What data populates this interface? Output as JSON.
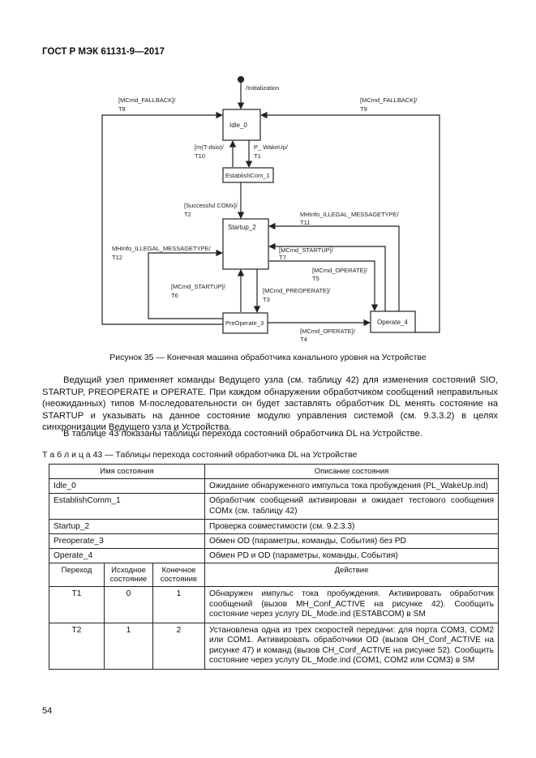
{
  "header": {
    "standard": "ГОСТ Р МЭК 61131-9—2017"
  },
  "diagram": {
    "states": [
      "Idle_0",
      "EstablishCom_1",
      "Startup_2",
      "PreOperate_3",
      "Operate_4"
    ],
    "labels": {
      "init": "/Initialization",
      "t8a": "[MCmd_FALLBACK]/",
      "t8b": "T8",
      "t9a": "[MCmd_FALLBACK]/",
      "t9b": "T9",
      "t10a": "[m(T-dsio)/",
      "t10b": "T10",
      "t1a": "P_ WakeUp/",
      "t1b": "T1",
      "t2a": "[Successful COMx]/",
      "t2b": "T2",
      "t11a": "MHInfo_ILLEGAL_MESSAGETYPE/",
      "t11b": "T11",
      "t12a": "MHInfo_ILLEGAL_MESSAGETYPE/",
      "t12b": "T12",
      "t7a": "[MCmd_STARTUP]/",
      "t7b": "T7",
      "t5a": "[MCmd_OPERATE]/",
      "t5b": "T5",
      "t6a": "[MCmd_STARTUP]/",
      "t6b": "T6",
      "t3a": "[MCmd_PREOPERATE]/",
      "t3b": "T3",
      "t4a": "[MCmd_OPERATE]/",
      "t4b": "T4"
    }
  },
  "caption": "Рисунок 35 — Конечная машина обработчика канального уровня на Устройстве",
  "paragraphs": [
    "Ведущий узел применяет команды Ведущего узла (см. таблицу 42) для изменения состояний SIO, STARTUP, PREOPERATE и OPERATE. При каждом обнаружении обработчиком сообщений неправильных (неожиданных) типов М-последовательности он будет заставлять обработчик DL менять состояние на STARTUP и указывать на данное состояние модулю управления системой (см. 9.3.3.2) в целях синхронизации Ведущего узла и Устройства.",
    "В таблице 43 показаны таблицы перехода состояний обработчика DL на Устройстве."
  ],
  "table_title": "Т а б л и ц а   43 — Таблицы перехода состояний обработчика DL на Устройстве",
  "table": {
    "state_headers": [
      "Имя состояния",
      "Описание состояния"
    ],
    "states": [
      [
        "Idle_0",
        "Ожидание обнаруженного импульса тока пробуждения (PL_WakeUp.ind)"
      ],
      [
        "EstablishComm_1",
        "Обработчик сообщений активирован и ожидает тестового сообщения COMx (см. таблицу 42)"
      ],
      [
        "Startup_2",
        "Проверка совместимости (см. 9.2.3.3)"
      ],
      [
        "Preoperate_3",
        "Обмен OD (параметры, команды, События) без PD"
      ],
      [
        "Operate_4",
        "Обмен PD и OD (параметры, команды, События)"
      ]
    ],
    "transition_headers": [
      "Переход",
      "Исходное состояние",
      "Конечное состояние",
      "Действие"
    ],
    "transitions": [
      [
        "T1",
        "0",
        "1",
        "Обнаружен импульс тока пробуждения. Активировать обработчик сообщений (вызов MH_Conf_ACTIVE на рисунке 42). Сообщить состояние через услугу DL_Mode.ind (ESTABCOM) в SM"
      ],
      [
        "T2",
        "1",
        "2",
        "Установлена одна из трех скоростей передачи: для порта COM3, COM2 или COM1. Активировать обработчики OD (вызов OH_Conf_ACTIVE на рисунке 47) и команд (вызов CH_Conf_ACTIVE на рисунке 52). Сообщить состояние через услугу DL_Mode.ind (COM1, COM2 или COM3) в SM"
      ]
    ]
  },
  "page_number": "54"
}
